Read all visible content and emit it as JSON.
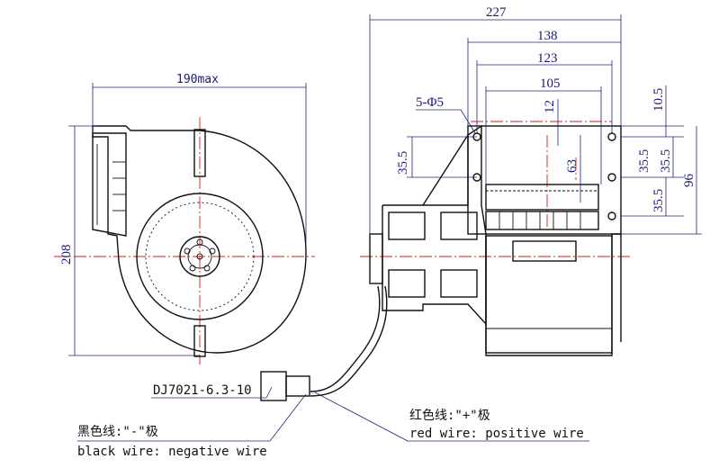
{
  "dimensions": {
    "front_width": "190max",
    "front_height": "208",
    "overall_length": "227",
    "mount_width_138": "138",
    "mount_width_123": "123",
    "mount_width_105": "105",
    "hole_spec": "5-Φ5",
    "offset_12": "12",
    "offset_10_5": "10.5",
    "left_35_5": "35.5",
    "value_63": "63",
    "right_35_5_upper": "35.5",
    "right_35_5_mid": "35.5",
    "right_35_5_lower": "35.5",
    "height_96": "96"
  },
  "labels": {
    "connector": "DJ7021-6.3-10",
    "black_wire_cn": "黑色线:\"-\"极",
    "black_wire_en": "black wire: negative wire",
    "red_wire_cn": "红色线:\"+\"极",
    "red_wire_en": "red wire: positive wire"
  },
  "colors": {
    "line": "#111111",
    "dimension": "#22227a",
    "centerline": "#d21e1e"
  }
}
